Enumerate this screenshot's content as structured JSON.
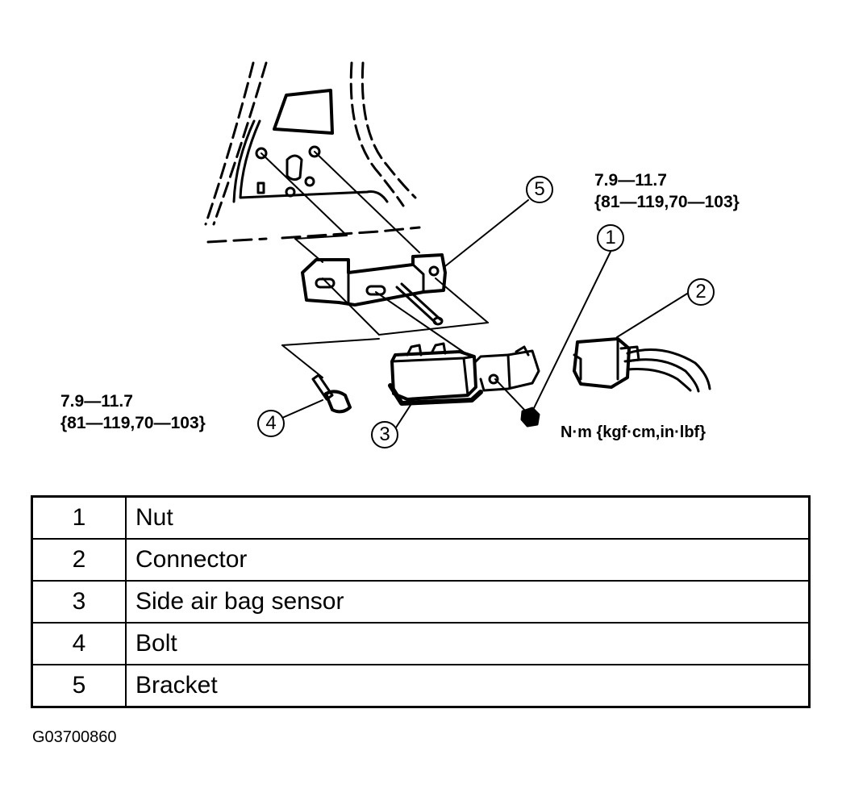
{
  "figure_id": "G03700860",
  "torque_spec_right": {
    "line1": "7.9—11.7",
    "line2": "{81—119,70—103}"
  },
  "torque_spec_left": {
    "line1": "7.9—11.7",
    "line2": "{81—119,70—103}"
  },
  "units_label": "N·m {kgf·cm,in·lbf}",
  "callouts": {
    "c1": "1",
    "c2": "2",
    "c3": "3",
    "c4": "4",
    "c5": "5"
  },
  "parts_table": {
    "rows": [
      {
        "num": "1",
        "name": "Nut"
      },
      {
        "num": "2",
        "name": "Connector"
      },
      {
        "num": "3",
        "name": "Side air bag sensor"
      },
      {
        "num": "4",
        "name": "Bolt"
      },
      {
        "num": "5",
        "name": "Bracket"
      }
    ]
  }
}
